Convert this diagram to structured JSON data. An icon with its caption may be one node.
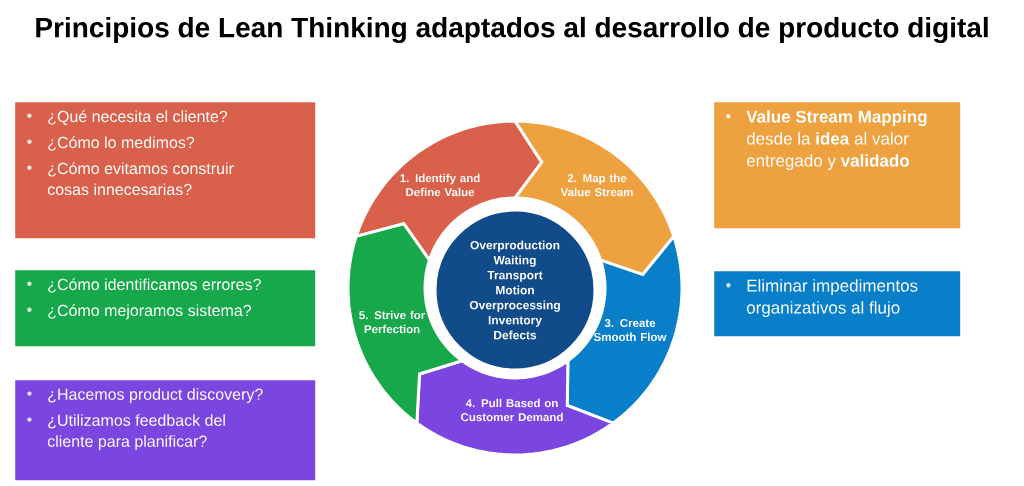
{
  "diagram": {
    "title": "Principios de Lean Thinking adaptados al desarrollo de producto digital",
    "nodes": [
      {
        "text": [
          "¿Qué necesita el cliente?",
          "¿Cómo lo medimos?",
          "¿Cómo evitamos construir cosas innecesarias?"
        ]
      },
      {
        "text": [
          "¿Cómo identificamos errores?",
          "¿Cómo mejoramos sistema?"
        ]
      },
      {
        "text": [
          "¿Hacemos product discovery?",
          "¿Utilizamos feedback del cliente para planificar?"
        ]
      },
      {
        "text": [
          "1. Identify and Define Value"
        ]
      },
      {
        "text": [
          "2. Map the Value Stream"
        ]
      },
      {
        "text": [
          "3. Create Smooth Flow"
        ]
      },
      {
        "text": [
          "4. Pull Based on Customer Demand"
        ]
      },
      {
        "text": [
          "5. Strive for Perfection"
        ]
      },
      {
        "text": [
          "Overproduction",
          "Waiting",
          "Transport",
          "Motion",
          "Overprocessing",
          "Inventory",
          "Defects"
        ]
      },
      {
        "text": [
          "**Value Stream Mapping** desde la **idea** al valor entregado y **validado**"
        ]
      },
      {
        "text": [
          "Eliminar impedimentos organizativos al flujo"
        ]
      }
    ]
  }
}
